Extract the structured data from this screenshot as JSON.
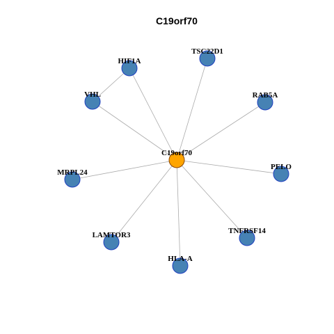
{
  "title": "C19orf70",
  "colors": {
    "hub_fill": "#FFA500",
    "hub_stroke": "#8B4500",
    "node_fill": "#4682B4",
    "node_stroke": "#1F3FBF",
    "edge": "#AAAAAA"
  },
  "network": {
    "hub": "C19orf70",
    "nodes": [
      {
        "id": "C19orf70",
        "label": "C19orf70",
        "role": "hub"
      },
      {
        "id": "TSC22D1",
        "label": "TSC22D1",
        "role": "neighbor"
      },
      {
        "id": "HIF1A",
        "label": "HIF1A",
        "role": "neighbor"
      },
      {
        "id": "RAB5A",
        "label": "RAB5A",
        "role": "neighbor"
      },
      {
        "id": "VHL",
        "label": "VHL",
        "role": "neighbor"
      },
      {
        "id": "MRPL24",
        "label": "MRPL24",
        "role": "neighbor"
      },
      {
        "id": "PELO",
        "label": "PELO",
        "role": "neighbor"
      },
      {
        "id": "LAMTOR3",
        "label": "LAMTOR3",
        "role": "neighbor"
      },
      {
        "id": "TNFRSF14",
        "label": "TNFRSF14",
        "role": "neighbor"
      },
      {
        "id": "HLA-A",
        "label": "HLA-A",
        "role": "neighbor"
      }
    ],
    "edges": [
      [
        "C19orf70",
        "TSC22D1"
      ],
      [
        "C19orf70",
        "HIF1A"
      ],
      [
        "C19orf70",
        "RAB5A"
      ],
      [
        "C19orf70",
        "VHL"
      ],
      [
        "C19orf70",
        "MRPL24"
      ],
      [
        "C19orf70",
        "PELO"
      ],
      [
        "C19orf70",
        "LAMTOR3"
      ],
      [
        "C19orf70",
        "TNFRSF14"
      ],
      [
        "C19orf70",
        "HLA-A"
      ],
      [
        "HIF1A",
        "VHL"
      ]
    ]
  }
}
